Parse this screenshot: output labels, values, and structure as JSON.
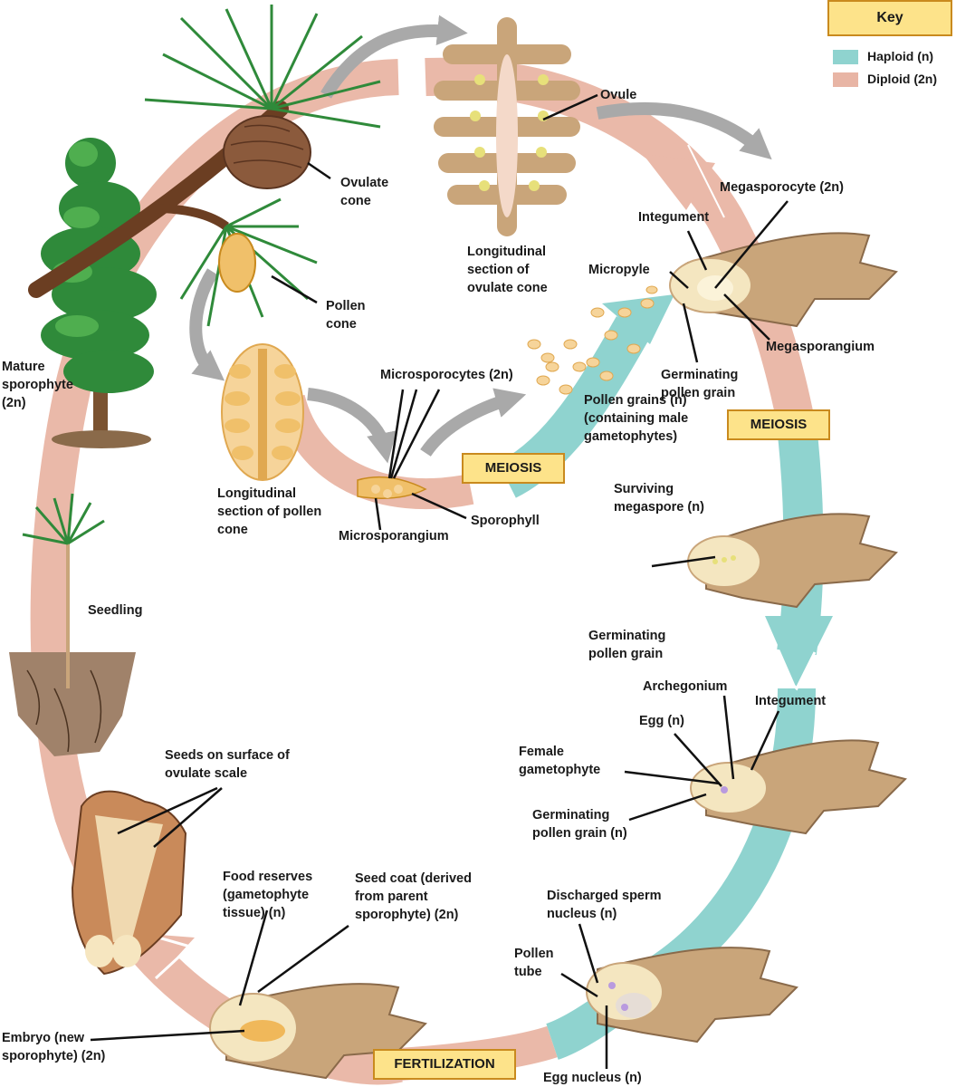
{
  "key": {
    "title": "Key",
    "items": [
      {
        "label": "Haploid (n)",
        "color": "#8fd3cf"
      },
      {
        "label": "Diploid (2n)",
        "color": "#e8b5a5"
      }
    ]
  },
  "stages": {
    "meiosis_left": "MEIOSIS",
    "meiosis_right": "MEIOSIS",
    "fertilization": "FERTILIZATION"
  },
  "labels": {
    "ovulate_cone": "Ovulate cone",
    "pollen_cone": "Pollen cone",
    "mature_sporophyte": "Mature sporophyte (2n)",
    "long_section_ovulate": "Longitudinal section of ovulate cone",
    "ovule": "Ovule",
    "megasporocyte": "Megasporocyte (2n)",
    "integument_top": "Integument",
    "micropyle": "Micropyle",
    "megasporangium": "Megasporangium",
    "germinating_pollen_top": "Germinating pollen grain",
    "microsporocytes": "Microsporocytes (2n)",
    "pollen_grains": "Pollen grains (n) (containing male gametophytes)",
    "long_section_pollen": "Longitudinal section of pollen cone",
    "sporophyll": "Sporophyll",
    "microsporangium": "Microsporangium",
    "surviving_megaspore": "Surviving megaspore (n)",
    "germinating_pollen_mid": "Germinating pollen grain",
    "seedling": "Seedling",
    "archegonium": "Archegonium",
    "integument_low": "Integument",
    "egg": "Egg (n)",
    "female_gametophyte": "Female gametophyte",
    "germinating_pollen_low": "Germinating pollen grain (n)",
    "seeds_on_surface": "Seeds on surface of ovulate scale",
    "food_reserves": "Food reserves (gametophyte tissue) (n)",
    "seed_coat": "Seed coat (derived from parent sporophyte) (2n)",
    "discharged_sperm": "Discharged sperm nucleus (n)",
    "pollen_tube": "Pollen tube",
    "embryo": "Embryo (new sporophyte) (2n)",
    "egg_nucleus": "Egg nucleus (n)"
  }
}
